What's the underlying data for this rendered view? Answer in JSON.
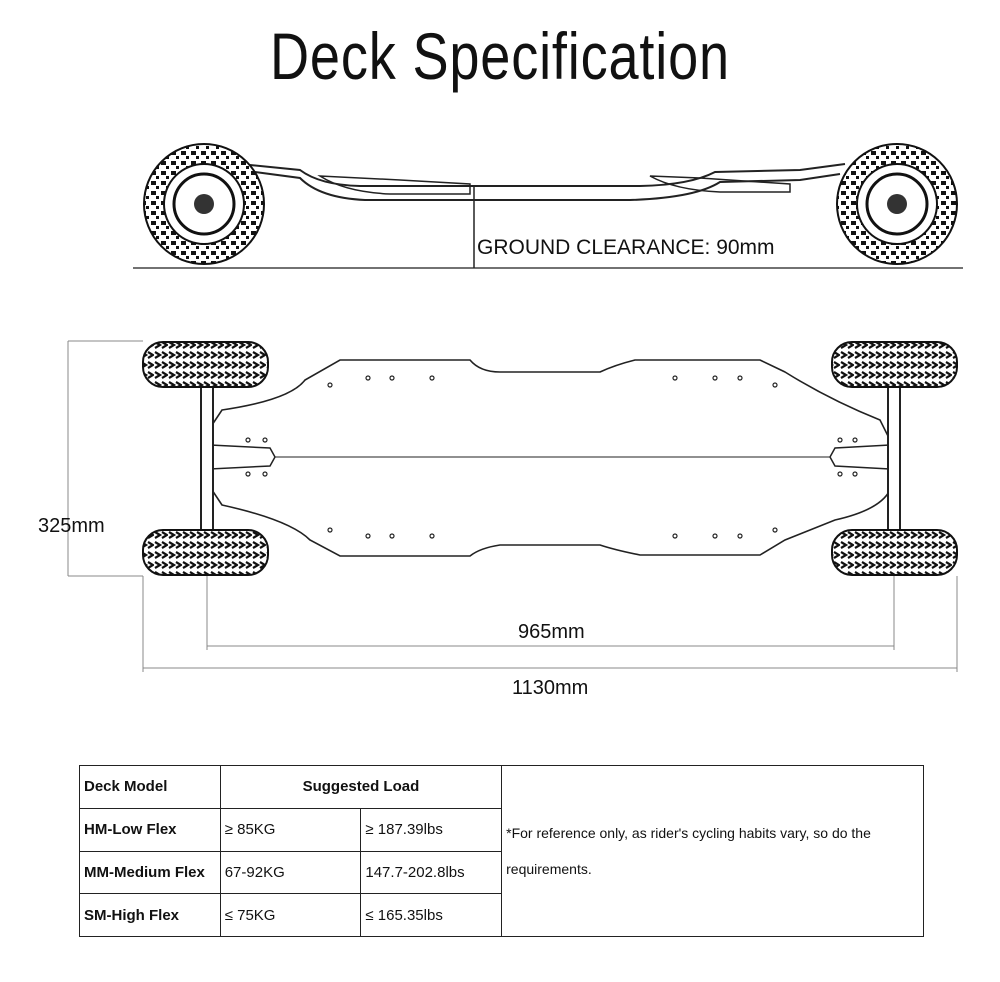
{
  "title": "Deck Specification",
  "side_view": {
    "ground_clearance": "GROUND CLEARANCE: 90mm"
  },
  "top_view": {
    "width_label": "325mm",
    "wheelbase_label": "965mm",
    "length_label": "1130mm"
  },
  "table": {
    "headers": [
      "Deck Model",
      "Suggested Load"
    ],
    "rows": [
      {
        "model": "HM-Low Flex",
        "kg": "≥ 85KG",
        "lbs": "≥ 187.39lbs"
      },
      {
        "model": "MM-Medium Flex",
        "kg": "67-92KG",
        "lbs": "147.7-202.8lbs"
      },
      {
        "model": "SM-High Flex",
        "kg": "≤ 75KG",
        "lbs": "≤ 165.35lbs"
      }
    ],
    "note": "*For reference only, as rider's cycling habits vary, so do the requirements."
  }
}
